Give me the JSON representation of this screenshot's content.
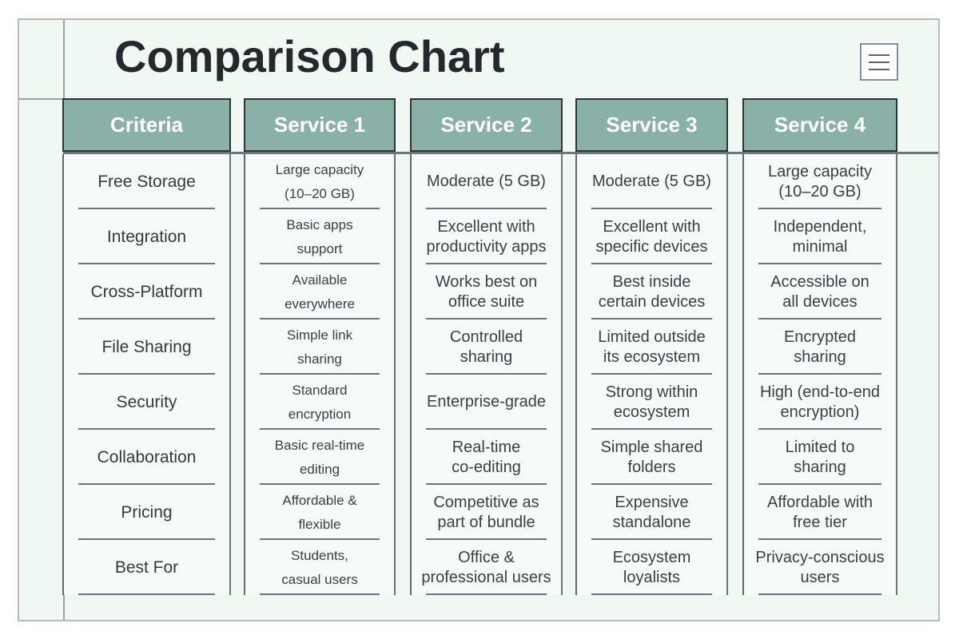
{
  "page": {
    "title": "Comparison Chart"
  },
  "toolbar": {
    "menu_icon": "hamburger-icon"
  },
  "colors": {
    "header_bg": "#8ab1a7",
    "frame_bg": "#f0f8f4",
    "border_dark": "#2e3335",
    "line_gray": "#6e757a"
  },
  "table": {
    "columns": [
      {
        "header": "Criteria",
        "rows": [
          "Free Storage",
          "Integration",
          "Cross-Platform",
          "File Sharing",
          "Security",
          "Collaboration",
          "Pricing",
          "Best For"
        ]
      },
      {
        "header": "Service 1",
        "rows": [
          "Large capacity\n(10–20 GB)",
          "Basic apps\nsupport",
          "Available\neverywhere",
          "Simple link\nsharing",
          "Standard\nencryption",
          "Basic real-time\nediting",
          "Affordable &\nflexible",
          "Students,\ncasual users"
        ]
      },
      {
        "header": "Service 2",
        "rows": [
          "Moderate (5 GB)",
          "Excellent with\nproductivity apps",
          "Works best on\noffice suite",
          "Controlled\nsharing",
          "Enterprise-grade",
          "Real-time\nco-editing",
          "Competitive as\npart of bundle",
          "Office &\nprofessional users"
        ]
      },
      {
        "header": "Service 3",
        "rows": [
          "Moderate (5 GB)",
          "Excellent with\nspecific devices",
          "Best inside\ncertain devices",
          "Limited outside\nits ecosystem",
          "Strong within\necosystem",
          "Simple shared\nfolders",
          "Expensive\nstandalone",
          "Ecosystem\nloyalists"
        ]
      },
      {
        "header": "Service 4",
        "rows": [
          "Large capacity\n(10–20 GB)",
          "Independent,\nminimal",
          "Accessible on\nall devices",
          "Encrypted\nsharing",
          "High (end-to-end\nencryption)",
          "Limited to\nsharing",
          "Affordable with\nfree tier",
          "Privacy-conscious\nusers"
        ]
      }
    ]
  }
}
